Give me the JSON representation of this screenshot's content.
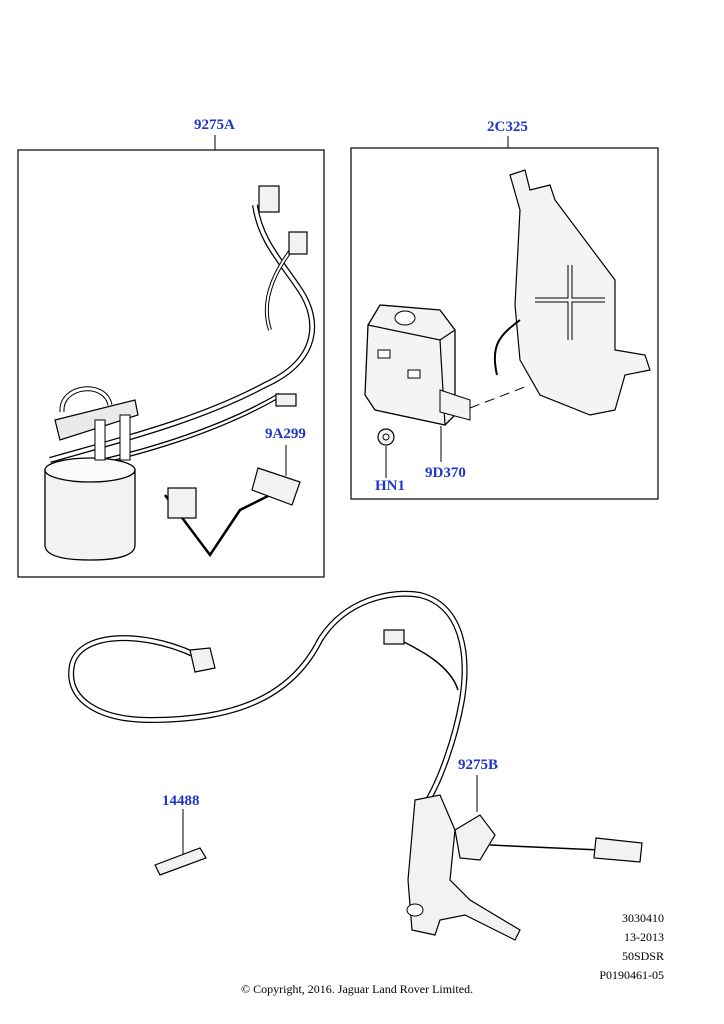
{
  "callouts": {
    "fuel_pump_assembly": "9275A",
    "bracket": "2C325",
    "fuel_level_sender": "9A299",
    "nut": "HN1",
    "control_module": "9D370",
    "tube_connector": "14488",
    "fuel_pump_secondary": "9275B"
  },
  "reference_codes": [
    "3030410",
    "13-2013",
    "50SDSR",
    "P0190461-05"
  ],
  "copyright": "© Copyright, 2016. Jaguar Land Rover Limited.",
  "colors": {
    "callout": "#1f36c8",
    "line": "#000000",
    "part_fill": "#f2f2f2"
  }
}
